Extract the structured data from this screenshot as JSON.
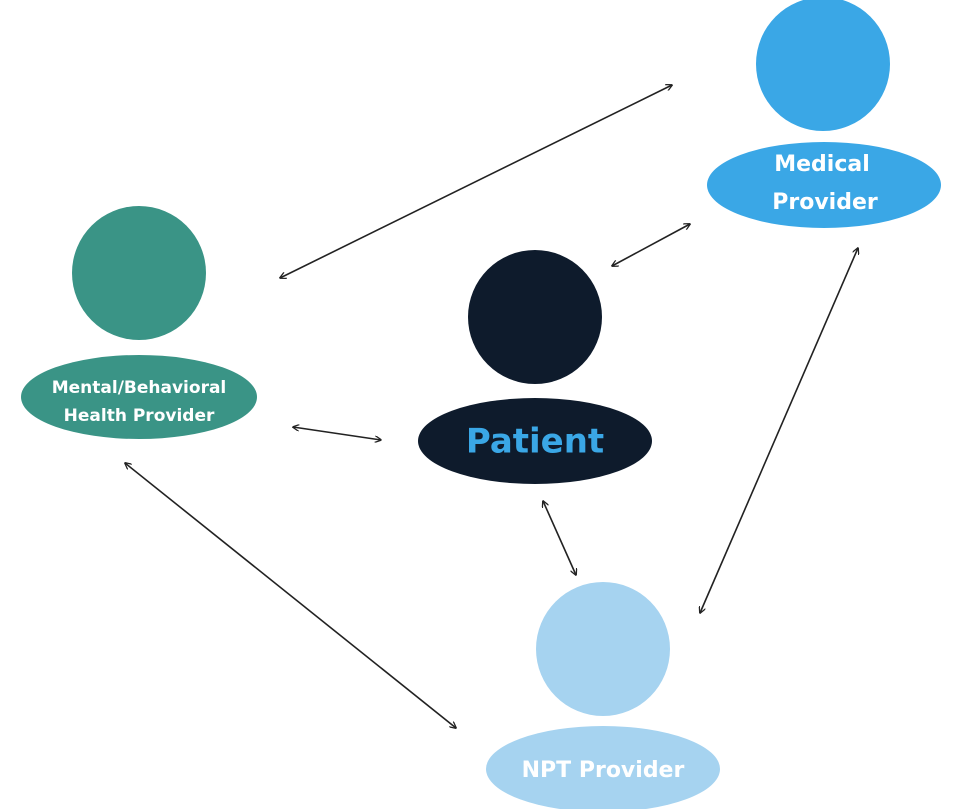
{
  "nodes": {
    "medical": {
      "line1": "Medical",
      "line2": "Provider",
      "color": "#3aa7e6",
      "text_color": "#ffffff"
    },
    "mental": {
      "line1": "Mental/Behavioral",
      "line2": "Health Provider",
      "color": "#3a9486",
      "text_color": "#ffffff"
    },
    "patient": {
      "label": "Patient",
      "color": "#0e1b2c",
      "text_color": "#3aa7e6"
    },
    "npt": {
      "label": "NPT Provider",
      "color": "#a6d3f0",
      "text_color": "#ffffff"
    }
  },
  "connector_color": "#222222",
  "connections": [
    {
      "from": "mental",
      "to": "medical"
    },
    {
      "from": "patient",
      "to": "medical"
    },
    {
      "from": "mental",
      "to": "patient"
    },
    {
      "from": "patient",
      "to": "npt"
    },
    {
      "from": "medical",
      "to": "npt"
    },
    {
      "from": "mental",
      "to": "npt"
    }
  ]
}
